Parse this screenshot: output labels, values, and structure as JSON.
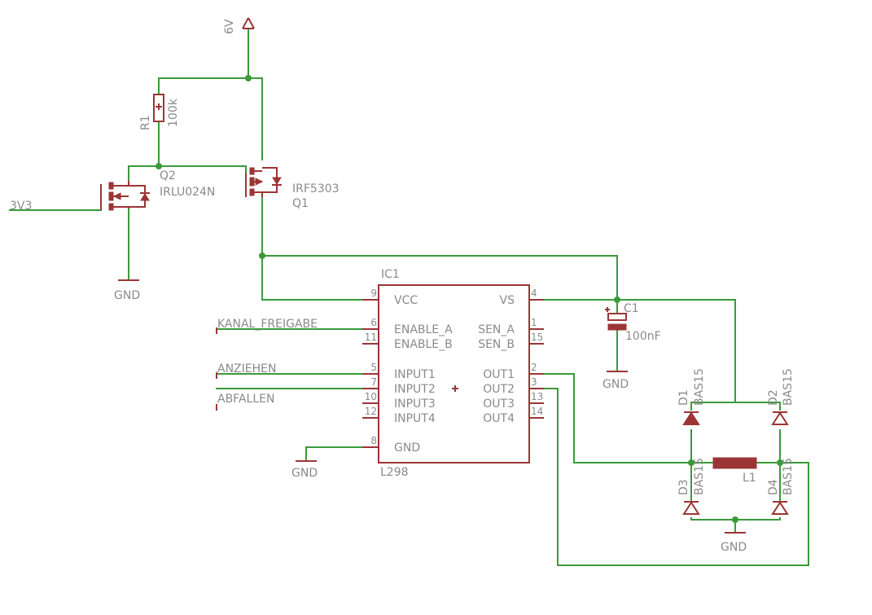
{
  "power": {
    "vsupply": "6V",
    "logic": "3V3",
    "gnd": "GND"
  },
  "components": {
    "r1": {
      "ref": "R1",
      "value": "100k"
    },
    "q1": {
      "ref": "Q1",
      "value": "IRF5303"
    },
    "q2": {
      "ref": "Q2",
      "value": "IRLU024N"
    },
    "c1": {
      "ref": "C1",
      "value": "100nF"
    },
    "ic1": {
      "ref": "IC1",
      "value": "L298",
      "pins": {
        "vcc": {
          "name": "VCC",
          "num": "9"
        },
        "vs": {
          "name": "VS",
          "num": "4"
        },
        "ena": {
          "name": "ENABLE_A",
          "num": "6"
        },
        "enb": {
          "name": "ENABLE_B",
          "num": "11"
        },
        "sena": {
          "name": "SEN_A",
          "num": "1"
        },
        "senb": {
          "name": "SEN_B",
          "num": "15"
        },
        "in1": {
          "name": "INPUT1",
          "num": "5"
        },
        "in2": {
          "name": "INPUT2",
          "num": "7"
        },
        "in3": {
          "name": "INPUT3",
          "num": "10"
        },
        "in4": {
          "name": "INPUT4",
          "num": "12"
        },
        "out1": {
          "name": "OUT1",
          "num": "2"
        },
        "out2": {
          "name": "OUT2",
          "num": "3"
        },
        "out3": {
          "name": "OUT3",
          "num": "13"
        },
        "out4": {
          "name": "OUT4",
          "num": "14"
        },
        "gnd": {
          "name": "GND",
          "num": "8"
        }
      }
    },
    "d1": {
      "ref": "D1",
      "value": "BAS15"
    },
    "d2": {
      "ref": "D2",
      "value": "BAS15"
    },
    "d3": {
      "ref": "D3",
      "value": "BAS15"
    },
    "d4": {
      "ref": "D4",
      "value": "BAS15"
    },
    "l1": {
      "ref": "L1"
    }
  },
  "nets": {
    "kanal_freigabe": "KANAL_FREIGABE",
    "anziehen": "ANZIEHEN",
    "abfallen": "ABFALLEN"
  },
  "colors": {
    "wire": "#3a9a3a",
    "symbol": "#9b3535",
    "text": "#8a8a8a",
    "background": "#ffffff"
  }
}
